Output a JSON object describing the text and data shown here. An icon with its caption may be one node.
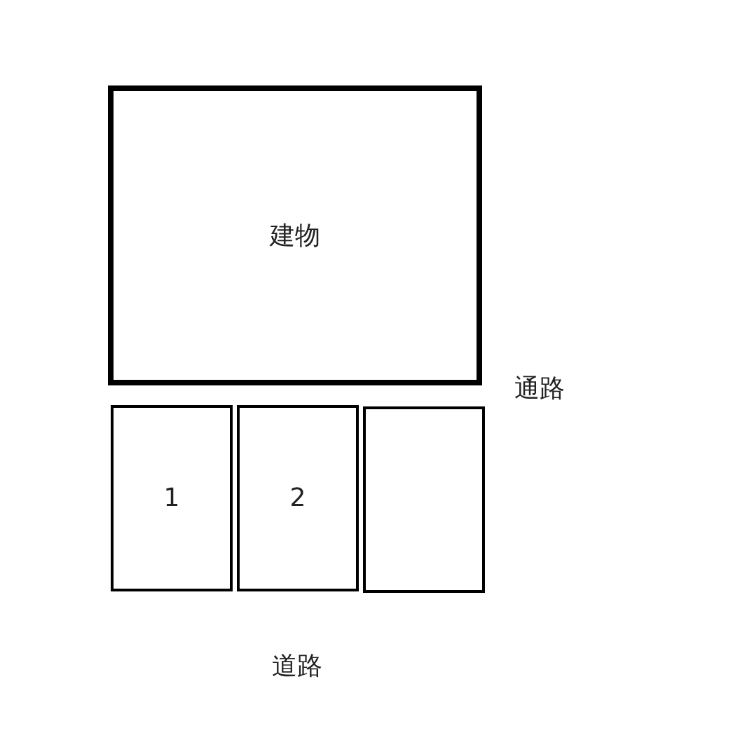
{
  "diagram": {
    "nodes": [
      {
        "text": [
          "建物"
        ]
      },
      {
        "text": [
          "1"
        ]
      },
      {
        "text": [
          "2"
        ]
      },
      {
        "text": [],
        "shape": "box"
      }
    ],
    "labels": [
      "通路",
      "道路"
    ]
  }
}
